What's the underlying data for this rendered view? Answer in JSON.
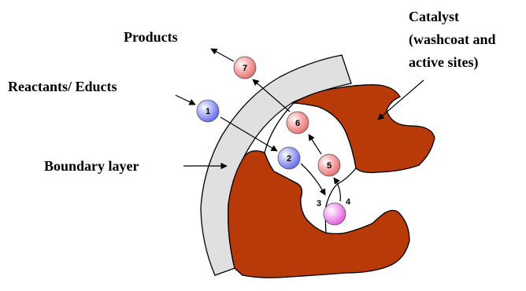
{
  "labels": {
    "products": "Products",
    "catalyst_line1": "Catalyst",
    "catalyst_line2": "(washcoat and",
    "catalyst_line3": "active sites)",
    "reactants": "Reactants/ Educts",
    "boundary": "Boundary layer"
  },
  "steps": [
    {
      "id": "1",
      "kind": "reactant"
    },
    {
      "id": "2",
      "kind": "reactant"
    },
    {
      "id": "3",
      "kind": "adsorbed-label"
    },
    {
      "id": "4",
      "kind": "adsorbed-label"
    },
    {
      "id": "5",
      "kind": "product"
    },
    {
      "id": "6",
      "kind": "product"
    },
    {
      "id": "7",
      "kind": "product"
    }
  ],
  "colors": {
    "catalyst": "#b83a08",
    "boundary_layer": "#e0e0e0",
    "reactant_sphere": "#8a8ff0",
    "product_sphere": "#f29a9a",
    "adsorbed_sphere": "#f07ee8"
  }
}
